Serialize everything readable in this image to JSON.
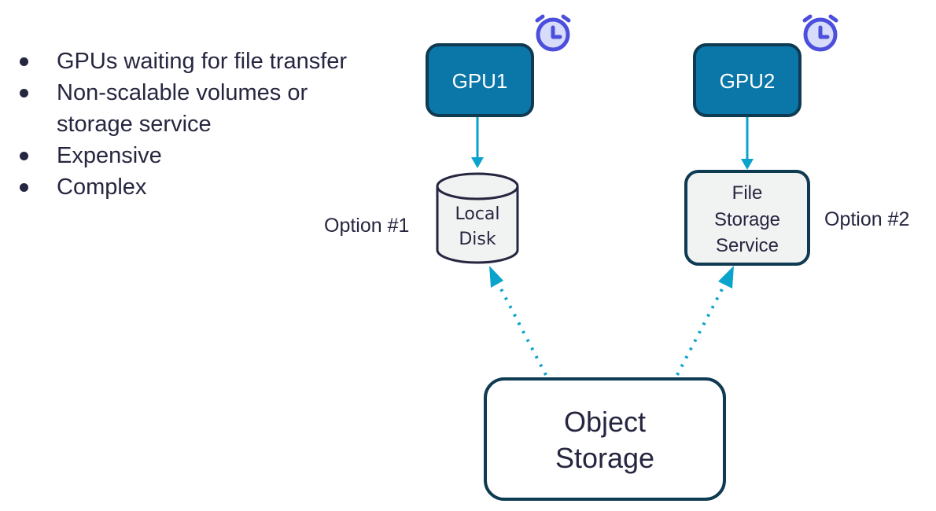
{
  "bullets": [
    "GPUs waiting for file transfer",
    "Non-scalable volumes or storage service",
    "Expensive",
    "Complex"
  ],
  "nodes": {
    "gpu1": {
      "label": "GPU1",
      "icon": "alarm-clock-icon"
    },
    "gpu2": {
      "label": "GPU2",
      "icon": "alarm-clock-icon"
    },
    "local_disk": {
      "line1": "Local",
      "line2": "Disk"
    },
    "file_storage": {
      "line1": "File",
      "line2": "Storage",
      "line3": "Service"
    },
    "object_storage": {
      "line1": "Object",
      "line2": "Storage"
    }
  },
  "labels": {
    "option1": "Option #1",
    "option2": "Option #2"
  },
  "colors": {
    "gpu_fill": "#0a77a8",
    "gpu_border": "#0e3a52",
    "arrow": "#0aa3cc",
    "text": "#262640",
    "box_fill": "#f1f2f2",
    "alarm": "#4c4fdc",
    "alarm_fill": "#d6dcfa"
  }
}
